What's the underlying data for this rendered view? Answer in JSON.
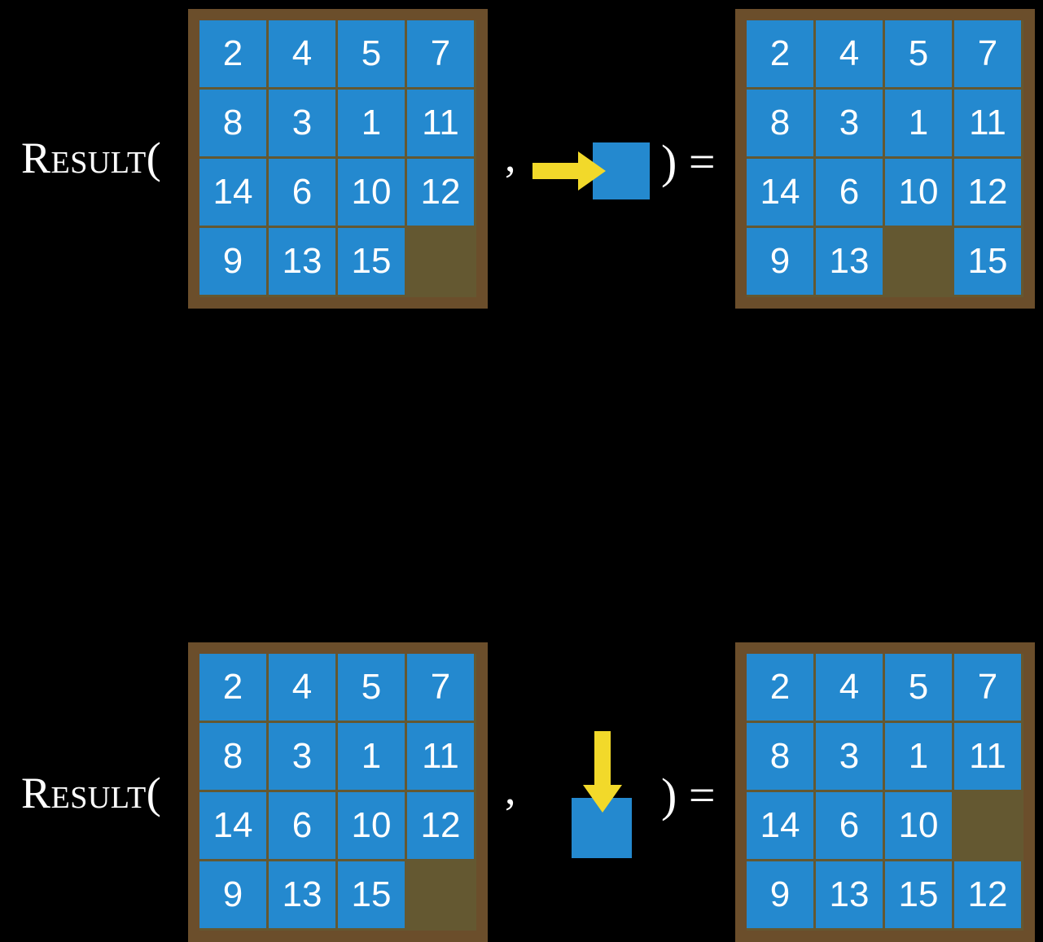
{
  "page": {
    "title": "Result function on sliding puzzle board",
    "background_color": "#000000"
  },
  "palette": {
    "tile": "#2489cf",
    "board_frame": "#6b4e2b",
    "empty_cell": "#645831",
    "arrow": "#f2d92a",
    "text": "#ffffff"
  },
  "symbols": {
    "result_label": "Result(",
    "comma": ",",
    "paren_equals": ") ="
  },
  "equations": [
    {
      "id": "equation-right-move",
      "label": "Result(",
      "comma": ",",
      "paren_equals": ") =",
      "action": {
        "name": "move-right-action",
        "direction": "right",
        "arrow_icon": "arrow-right-icon",
        "tile_icon": "blue-tile-icon"
      },
      "input_board": {
        "name": "input-board-right-move",
        "rows": [
          [
            "2",
            "4",
            "5",
            "7"
          ],
          [
            "8",
            "3",
            "1",
            "11"
          ],
          [
            "14",
            "6",
            "10",
            "12"
          ],
          [
            "9",
            "13",
            "15",
            ""
          ]
        ]
      },
      "output_board": {
        "name": "output-board-right-move",
        "rows": [
          [
            "2",
            "4",
            "5",
            "7"
          ],
          [
            "8",
            "3",
            "1",
            "11"
          ],
          [
            "14",
            "6",
            "10",
            "12"
          ],
          [
            "9",
            "13",
            "",
            "15"
          ]
        ]
      }
    },
    {
      "id": "equation-down-move",
      "label": "Result(",
      "comma": ",",
      "paren_equals": ") =",
      "action": {
        "name": "move-down-action",
        "direction": "down",
        "arrow_icon": "arrow-down-icon",
        "tile_icon": "blue-tile-icon"
      },
      "input_board": {
        "name": "input-board-down-move",
        "rows": [
          [
            "2",
            "4",
            "5",
            "7"
          ],
          [
            "8",
            "3",
            "1",
            "11"
          ],
          [
            "14",
            "6",
            "10",
            "12"
          ],
          [
            "9",
            "13",
            "15",
            ""
          ]
        ]
      },
      "output_board": {
        "name": "output-board-down-move",
        "rows": [
          [
            "2",
            "4",
            "5",
            "7"
          ],
          [
            "8",
            "3",
            "1",
            "11"
          ],
          [
            "14",
            "6",
            "10",
            ""
          ],
          [
            "9",
            "13",
            "15",
            "12"
          ]
        ]
      }
    }
  ]
}
